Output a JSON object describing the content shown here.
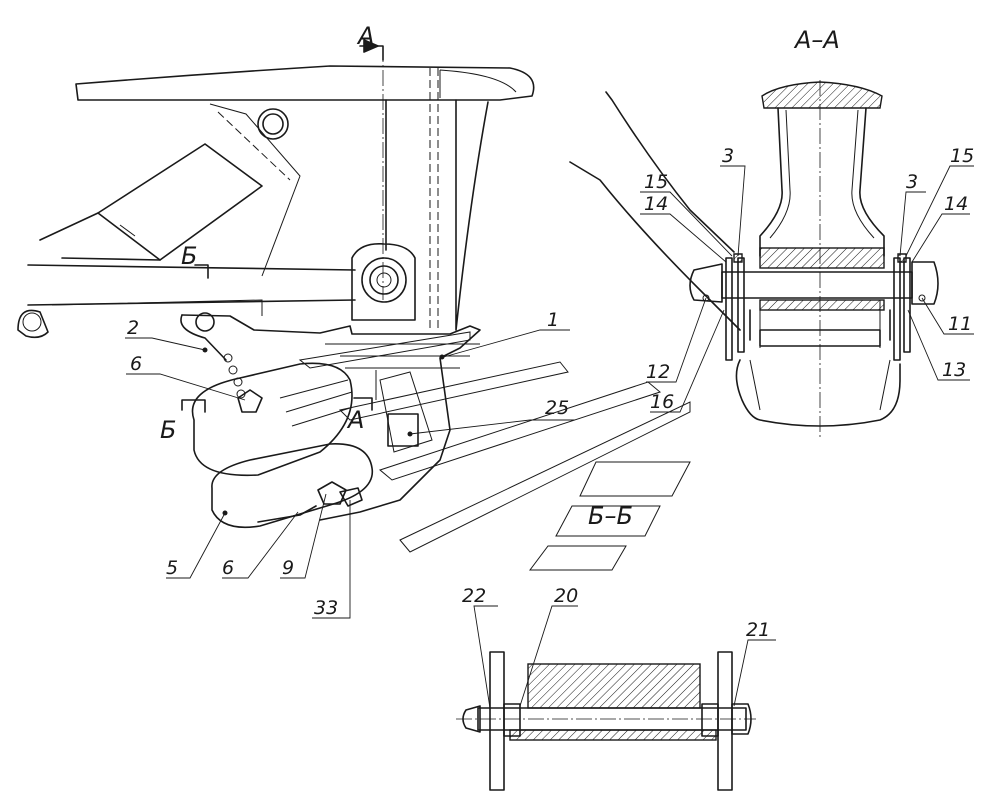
{
  "section_titles": {
    "aa": "А–А",
    "bb": "Б–Б"
  },
  "cut_marks": {
    "a_top": "А",
    "a_mid": "А",
    "b_top": "Б",
    "b_bottom": "Б"
  },
  "callouts": {
    "c1": "1",
    "c2": "2",
    "c3a": "3",
    "c3b": "3",
    "c5": "5",
    "c6a": "6",
    "c6b": "6",
    "c9": "9",
    "c11": "11",
    "c12": "12",
    "c13": "13",
    "c14a": "14",
    "c14b": "14",
    "c15a": "15",
    "c15b": "15",
    "c16": "16",
    "c20": "20",
    "c21": "21",
    "c22": "22",
    "c25": "25",
    "c33": "33"
  }
}
